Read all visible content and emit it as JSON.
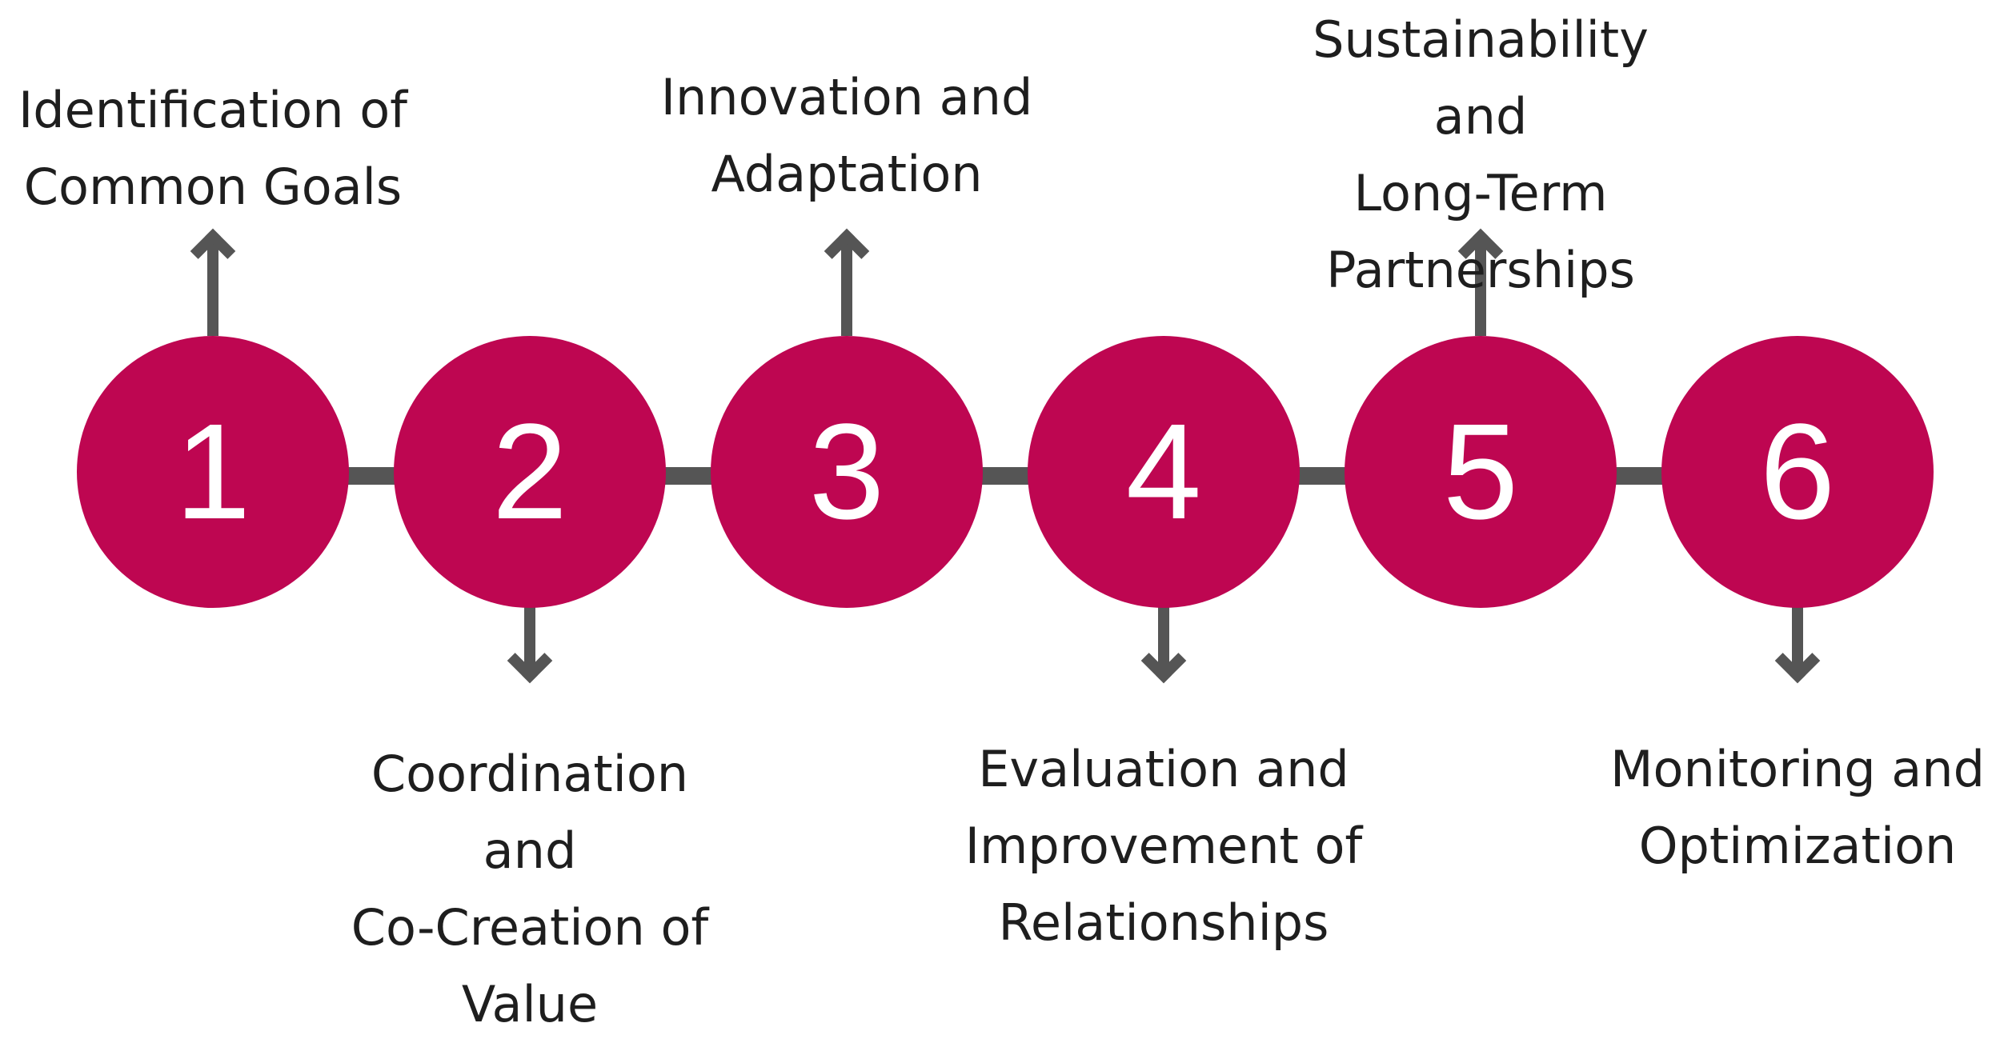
{
  "colors": {
    "circle_fill": "#be0651",
    "number_text": "#ffffff",
    "connector": "#555555",
    "label_text": "#1e1e1e"
  },
  "steps": [
    {
      "number": "1",
      "label": "Identification of\nCommon Goals",
      "arrow_direction": "up"
    },
    {
      "number": "2",
      "label": "Coordination and\nCo-Creation of\nValue",
      "arrow_direction": "down"
    },
    {
      "number": "3",
      "label": "Innovation and\nAdaptation",
      "arrow_direction": "up"
    },
    {
      "number": "4",
      "label": "Evaluation and\nImprovement of\nRelationships",
      "arrow_direction": "down"
    },
    {
      "number": "5",
      "label": "Sustainability and\nLong-Term\nPartnerships",
      "arrow_direction": "up"
    },
    {
      "number": "6",
      "label": "Monitoring and\nOptimization",
      "arrow_direction": "down"
    }
  ]
}
